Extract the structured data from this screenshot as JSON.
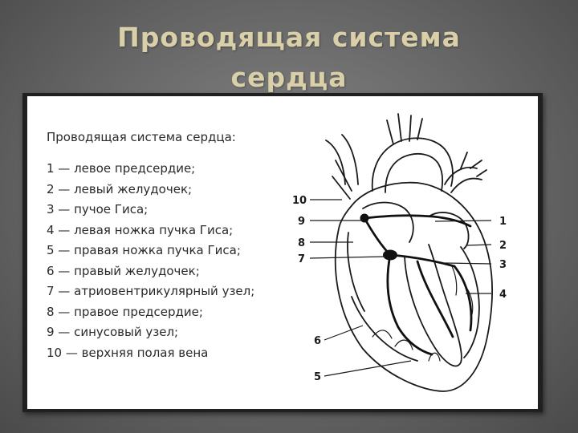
{
  "slide": {
    "title_line1": "Проводящая система",
    "title_line2": "сердца"
  },
  "legend": {
    "heading": "Проводящая система сердца:",
    "items": [
      "1 — левое предсердие;",
      "2 — левый желудочек;",
      "3 — пучое Гиса;",
      "4 — левая ножка пучка Гиса;",
      "5 — правая ножка пучка Гиса;",
      "6 — правый желудочек;",
      "7 — атриовентрикулярный узел;",
      "8 — правое предсердие;",
      "9 — синусовый узел;",
      "10 — верхняя полая вена"
    ]
  },
  "diagram": {
    "labels": [
      "10",
      "9",
      "8",
      "7",
      "1",
      "2",
      "3",
      "4",
      "6",
      "5"
    ]
  }
}
